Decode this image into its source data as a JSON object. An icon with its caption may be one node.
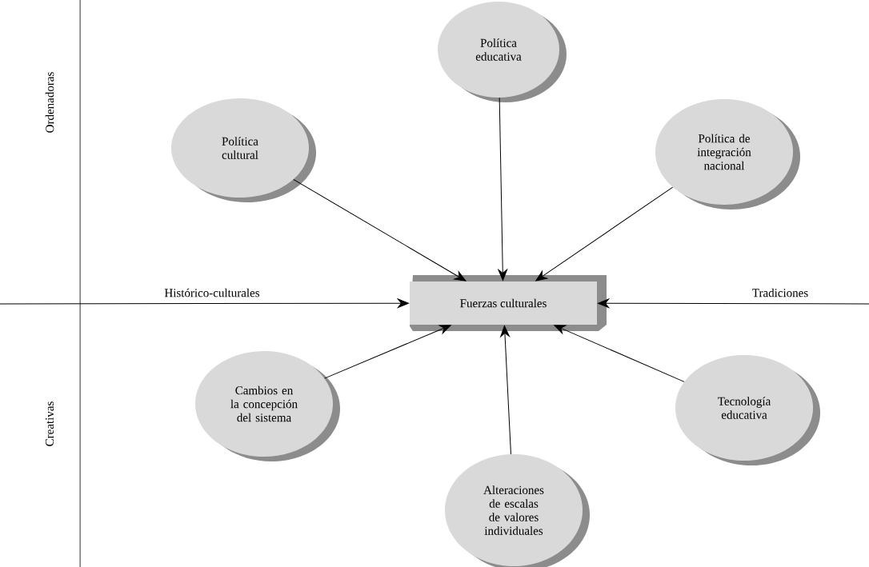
{
  "diagram": {
    "nodes": [
      {
        "text": [
          "Política educativa"
        ]
      },
      {
        "text": [
          "Política cultural"
        ]
      },
      {
        "text": [
          "Política de integración nacional"
        ]
      },
      {
        "text": [
          "Fuerzas culturales"
        ]
      },
      {
        "text": [
          "Cambios en la concepción del sistema"
        ]
      },
      {
        "text": [
          "Tecnología educativa"
        ]
      },
      {
        "text": [
          "Alteraciones de escalas de valores individuales"
        ]
      }
    ],
    "edges": [
      {
        "from": 0,
        "to": 3,
        "arrow": "to"
      },
      {
        "from": 1,
        "to": 3,
        "arrow": "to"
      },
      {
        "from": 2,
        "to": 3,
        "arrow": "to"
      },
      {
        "from": null,
        "to": 3,
        "arrow": "to",
        "label": "Histórico-culturales"
      },
      {
        "from": null,
        "to": 3,
        "arrow": "to",
        "label": "Tradiciones"
      },
      {
        "from": 4,
        "to": 3,
        "arrow": "to"
      },
      {
        "from": 5,
        "to": 3,
        "arrow": "to"
      },
      {
        "from": 6,
        "to": 3,
        "arrow": "to"
      }
    ],
    "labels": [
      "Ordenadoras",
      "Creativas"
    ]
  }
}
